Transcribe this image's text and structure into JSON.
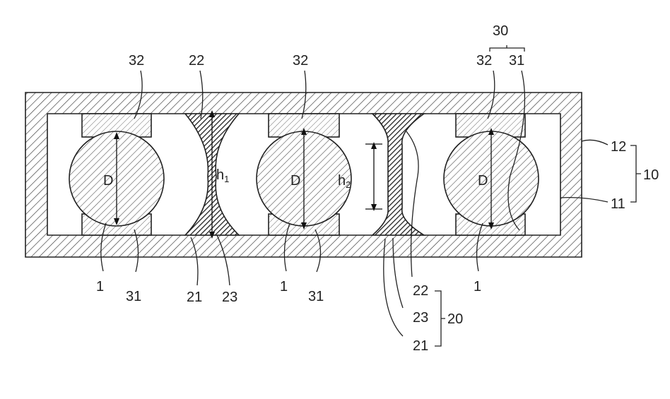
{
  "labels": {
    "ref_1": "1",
    "ref_10": "10",
    "ref_11": "11",
    "ref_12": "12",
    "ref_20": "20",
    "ref_21": "21",
    "ref_22": "22",
    "ref_23": "23",
    "ref_30": "30",
    "ref_31": "31",
    "ref_32": "32",
    "dim_D": "D",
    "dim_h1": "h1",
    "dim_h2": "h2"
  },
  "colors": {
    "line": "#222222",
    "background": "#ffffff"
  }
}
